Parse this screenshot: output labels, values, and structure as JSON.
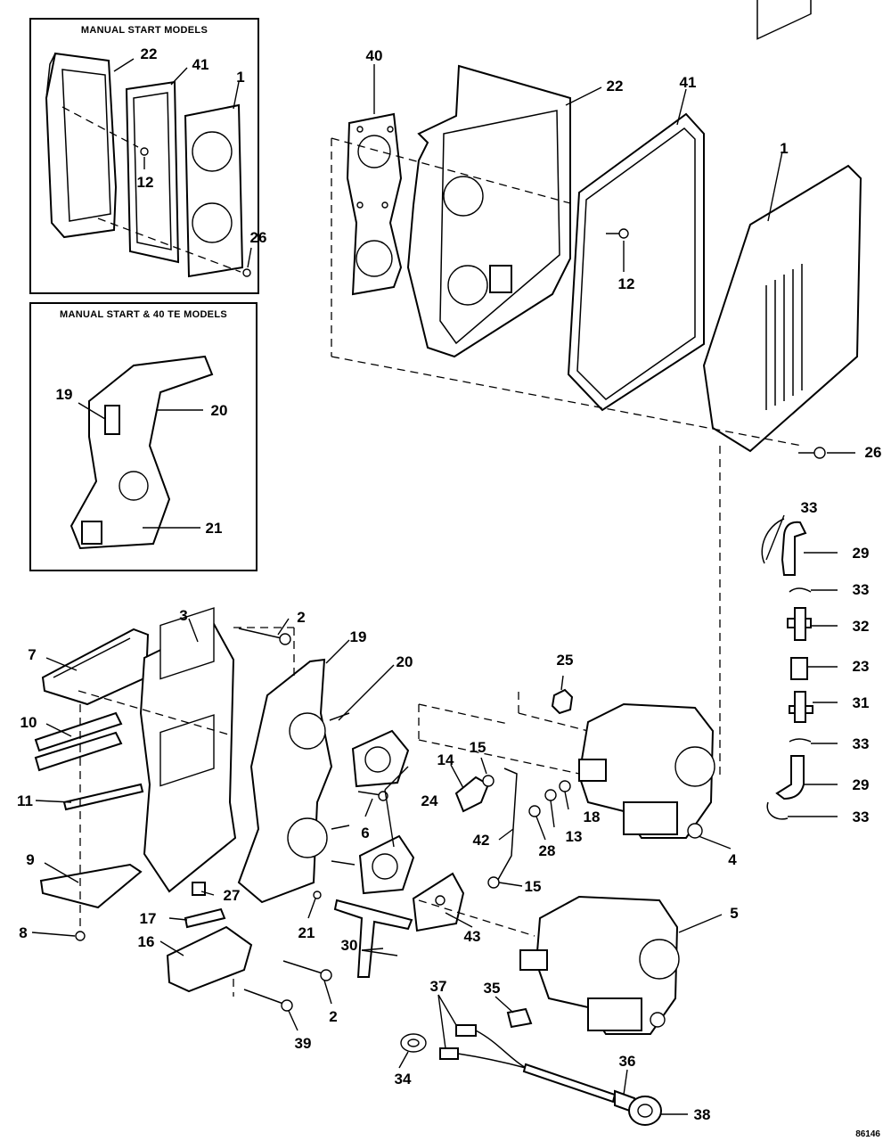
{
  "insets": {
    "manual_start": {
      "title": "MANUAL START MODELS"
    },
    "manual_start_40te": {
      "title": "MANUAL START & 40 TE MODELS"
    }
  },
  "reference_code": "86146",
  "callouts": {
    "inset1_22": "22",
    "inset1_41": "41",
    "inset1_1": "1",
    "inset1_12": "12",
    "inset1_26": "26",
    "inset2_19": "19",
    "inset2_20": "20",
    "inset2_21": "21",
    "n40": "40",
    "n22": "22",
    "n41": "41",
    "n1": "1",
    "n12": "12",
    "n26": "26",
    "n33a": "33",
    "n29a": "29",
    "n33b": "33",
    "n32": "32",
    "n23": "23",
    "n31": "31",
    "n33c": "33",
    "n29b": "29",
    "n33d": "33",
    "n3": "3",
    "n2a": "2",
    "n19": "19",
    "n20": "20",
    "n7": "7",
    "n10": "10",
    "n11": "11",
    "n9": "9",
    "n8": "8",
    "n27": "27",
    "n17": "17",
    "n16": "16",
    "n6": "6",
    "n21": "21",
    "n24": "24",
    "n14": "14",
    "n15a": "15",
    "n25": "25",
    "n42": "42",
    "n28": "28",
    "n13": "13",
    "n18": "18",
    "n4": "4",
    "n15b": "15",
    "n5": "5",
    "n43": "43",
    "n30": "30",
    "n2b": "2",
    "n39": "39",
    "n37": "37",
    "n35": "35",
    "n34": "34",
    "n36": "36",
    "n38": "38"
  }
}
